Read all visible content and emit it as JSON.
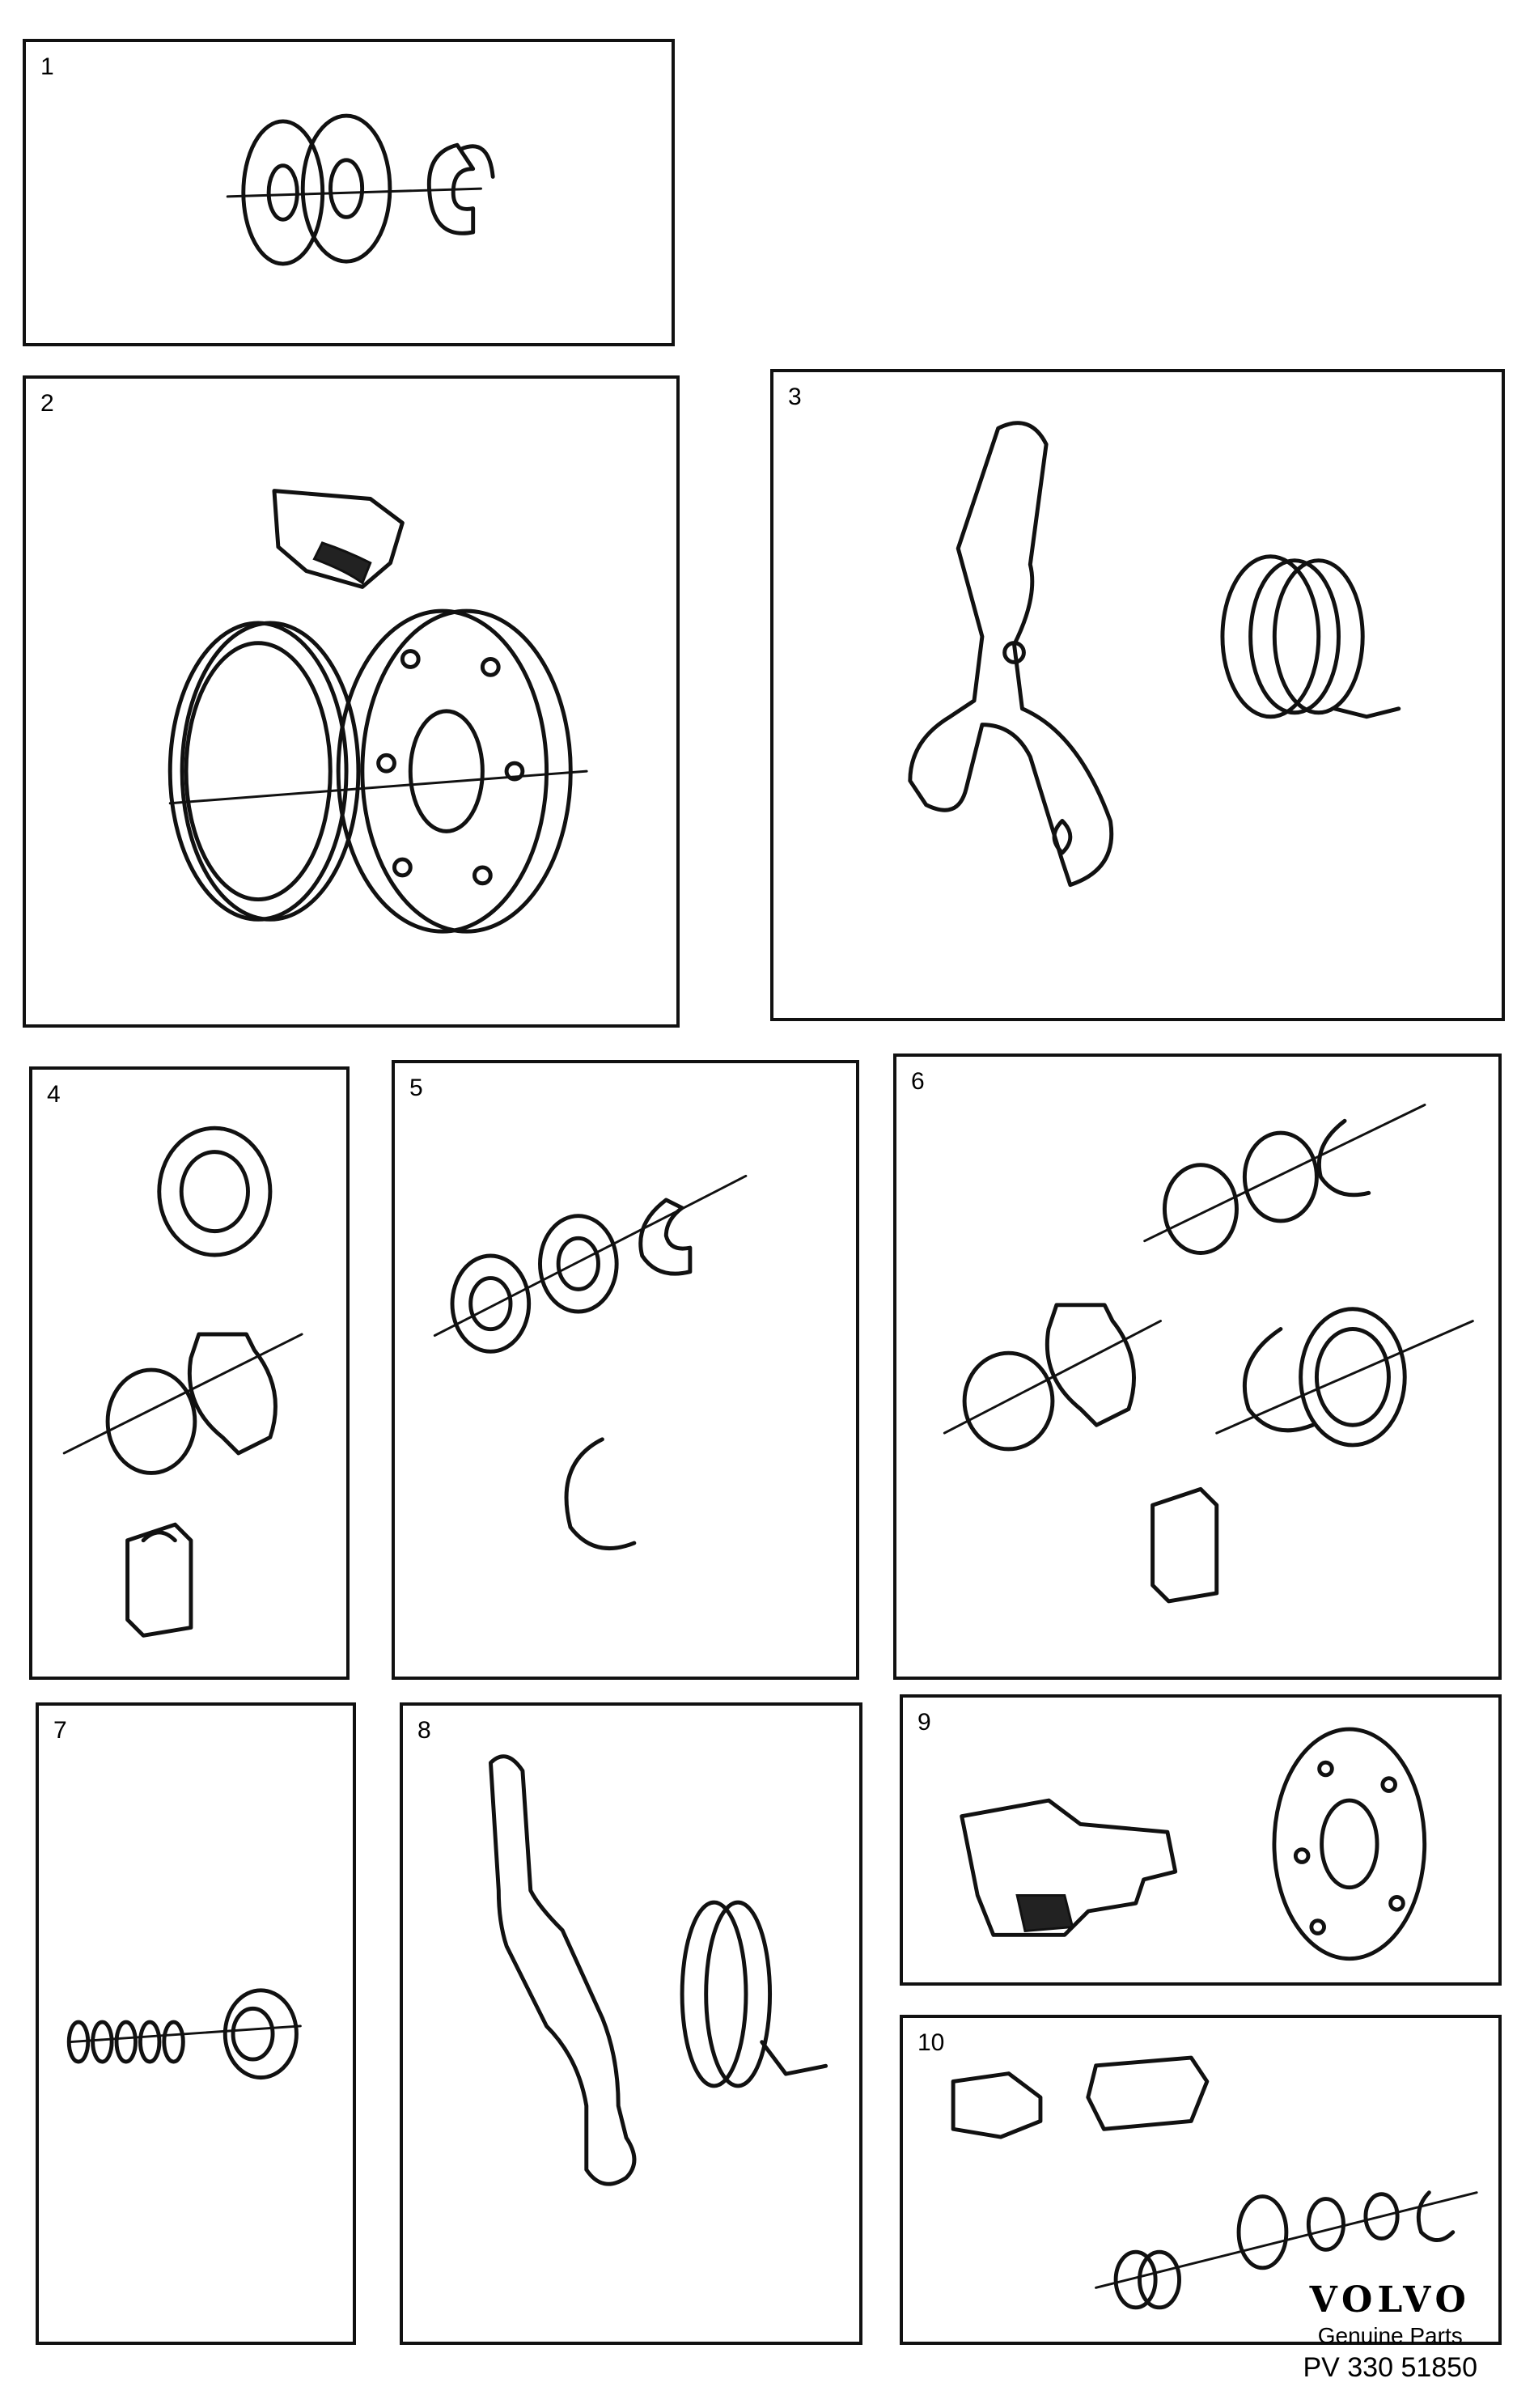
{
  "panels": [
    {
      "num": "1"
    },
    {
      "num": "2"
    },
    {
      "num": "3"
    },
    {
      "num": "4"
    },
    {
      "num": "5"
    },
    {
      "num": "6"
    },
    {
      "num": "7"
    },
    {
      "num": "8"
    },
    {
      "num": "9"
    },
    {
      "num": "10"
    }
  ],
  "brand": {
    "logo": "VOLVO",
    "subtitle": "Genuine Parts",
    "code": "PV 330 51850"
  }
}
